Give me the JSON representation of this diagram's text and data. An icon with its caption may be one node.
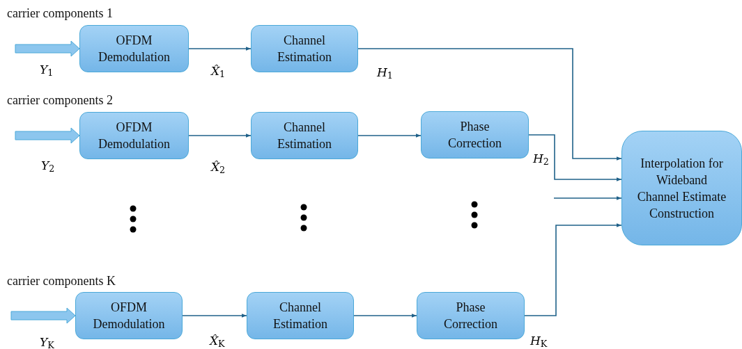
{
  "diagram": {
    "nodes": [
      {
        "text": [
          "OFDM Demodulation"
        ]
      },
      {
        "text": [
          "Channel Estimation"
        ]
      },
      {
        "text": [
          "OFDM Demodulation"
        ]
      },
      {
        "text": [
          "Channel Estimation"
        ]
      },
      {
        "text": [
          "Phase Correction"
        ]
      },
      {
        "text": [
          "OFDM Demodulation"
        ]
      },
      {
        "text": [
          "Channel Estimation"
        ]
      },
      {
        "text": [
          "Phase Correction"
        ]
      },
      {
        "text": [
          "Interpolation for Wideband Channel Estimate Construction"
        ]
      }
    ],
    "edges": [
      {
        "from": null,
        "to": 0,
        "arrow": "to",
        "style": "thick",
        "label": "*Y*$_{1}$"
      },
      {
        "from": 0,
        "to": 1,
        "arrow": "to",
        "label": "*X̂*$_{1}$"
      },
      {
        "from": 1,
        "to": 8,
        "arrow": "to",
        "label": "*H*$_{1}$"
      },
      {
        "from": null,
        "to": 2,
        "arrow": "to",
        "style": "thick",
        "label": "*Y*$_{2}$"
      },
      {
        "from": 2,
        "to": 3,
        "arrow": "to",
        "label": "*X̂*$_{2}$"
      },
      {
        "from": 3,
        "to": 4,
        "arrow": "to"
      },
      {
        "from": 4,
        "to": 8,
        "arrow": "to",
        "label": "*H*$_{2}$"
      },
      {
        "from": null,
        "to": 8,
        "arrow": "to"
      },
      {
        "from": null,
        "to": 5,
        "arrow": "to",
        "style": "thick",
        "label": "*Y*$_{K}$"
      },
      {
        "from": 5,
        "to": 6,
        "arrow": "to",
        "label": "*X̂*$_{K}$"
      },
      {
        "from": 6,
        "to": 7,
        "arrow": "to"
      },
      {
        "from": 7,
        "to": 8,
        "arrow": "to",
        "label": "*H*$_{K}$"
      }
    ],
    "labels": [
      "carrier components 1",
      "carrier components 2",
      "carrier components K"
    ]
  }
}
